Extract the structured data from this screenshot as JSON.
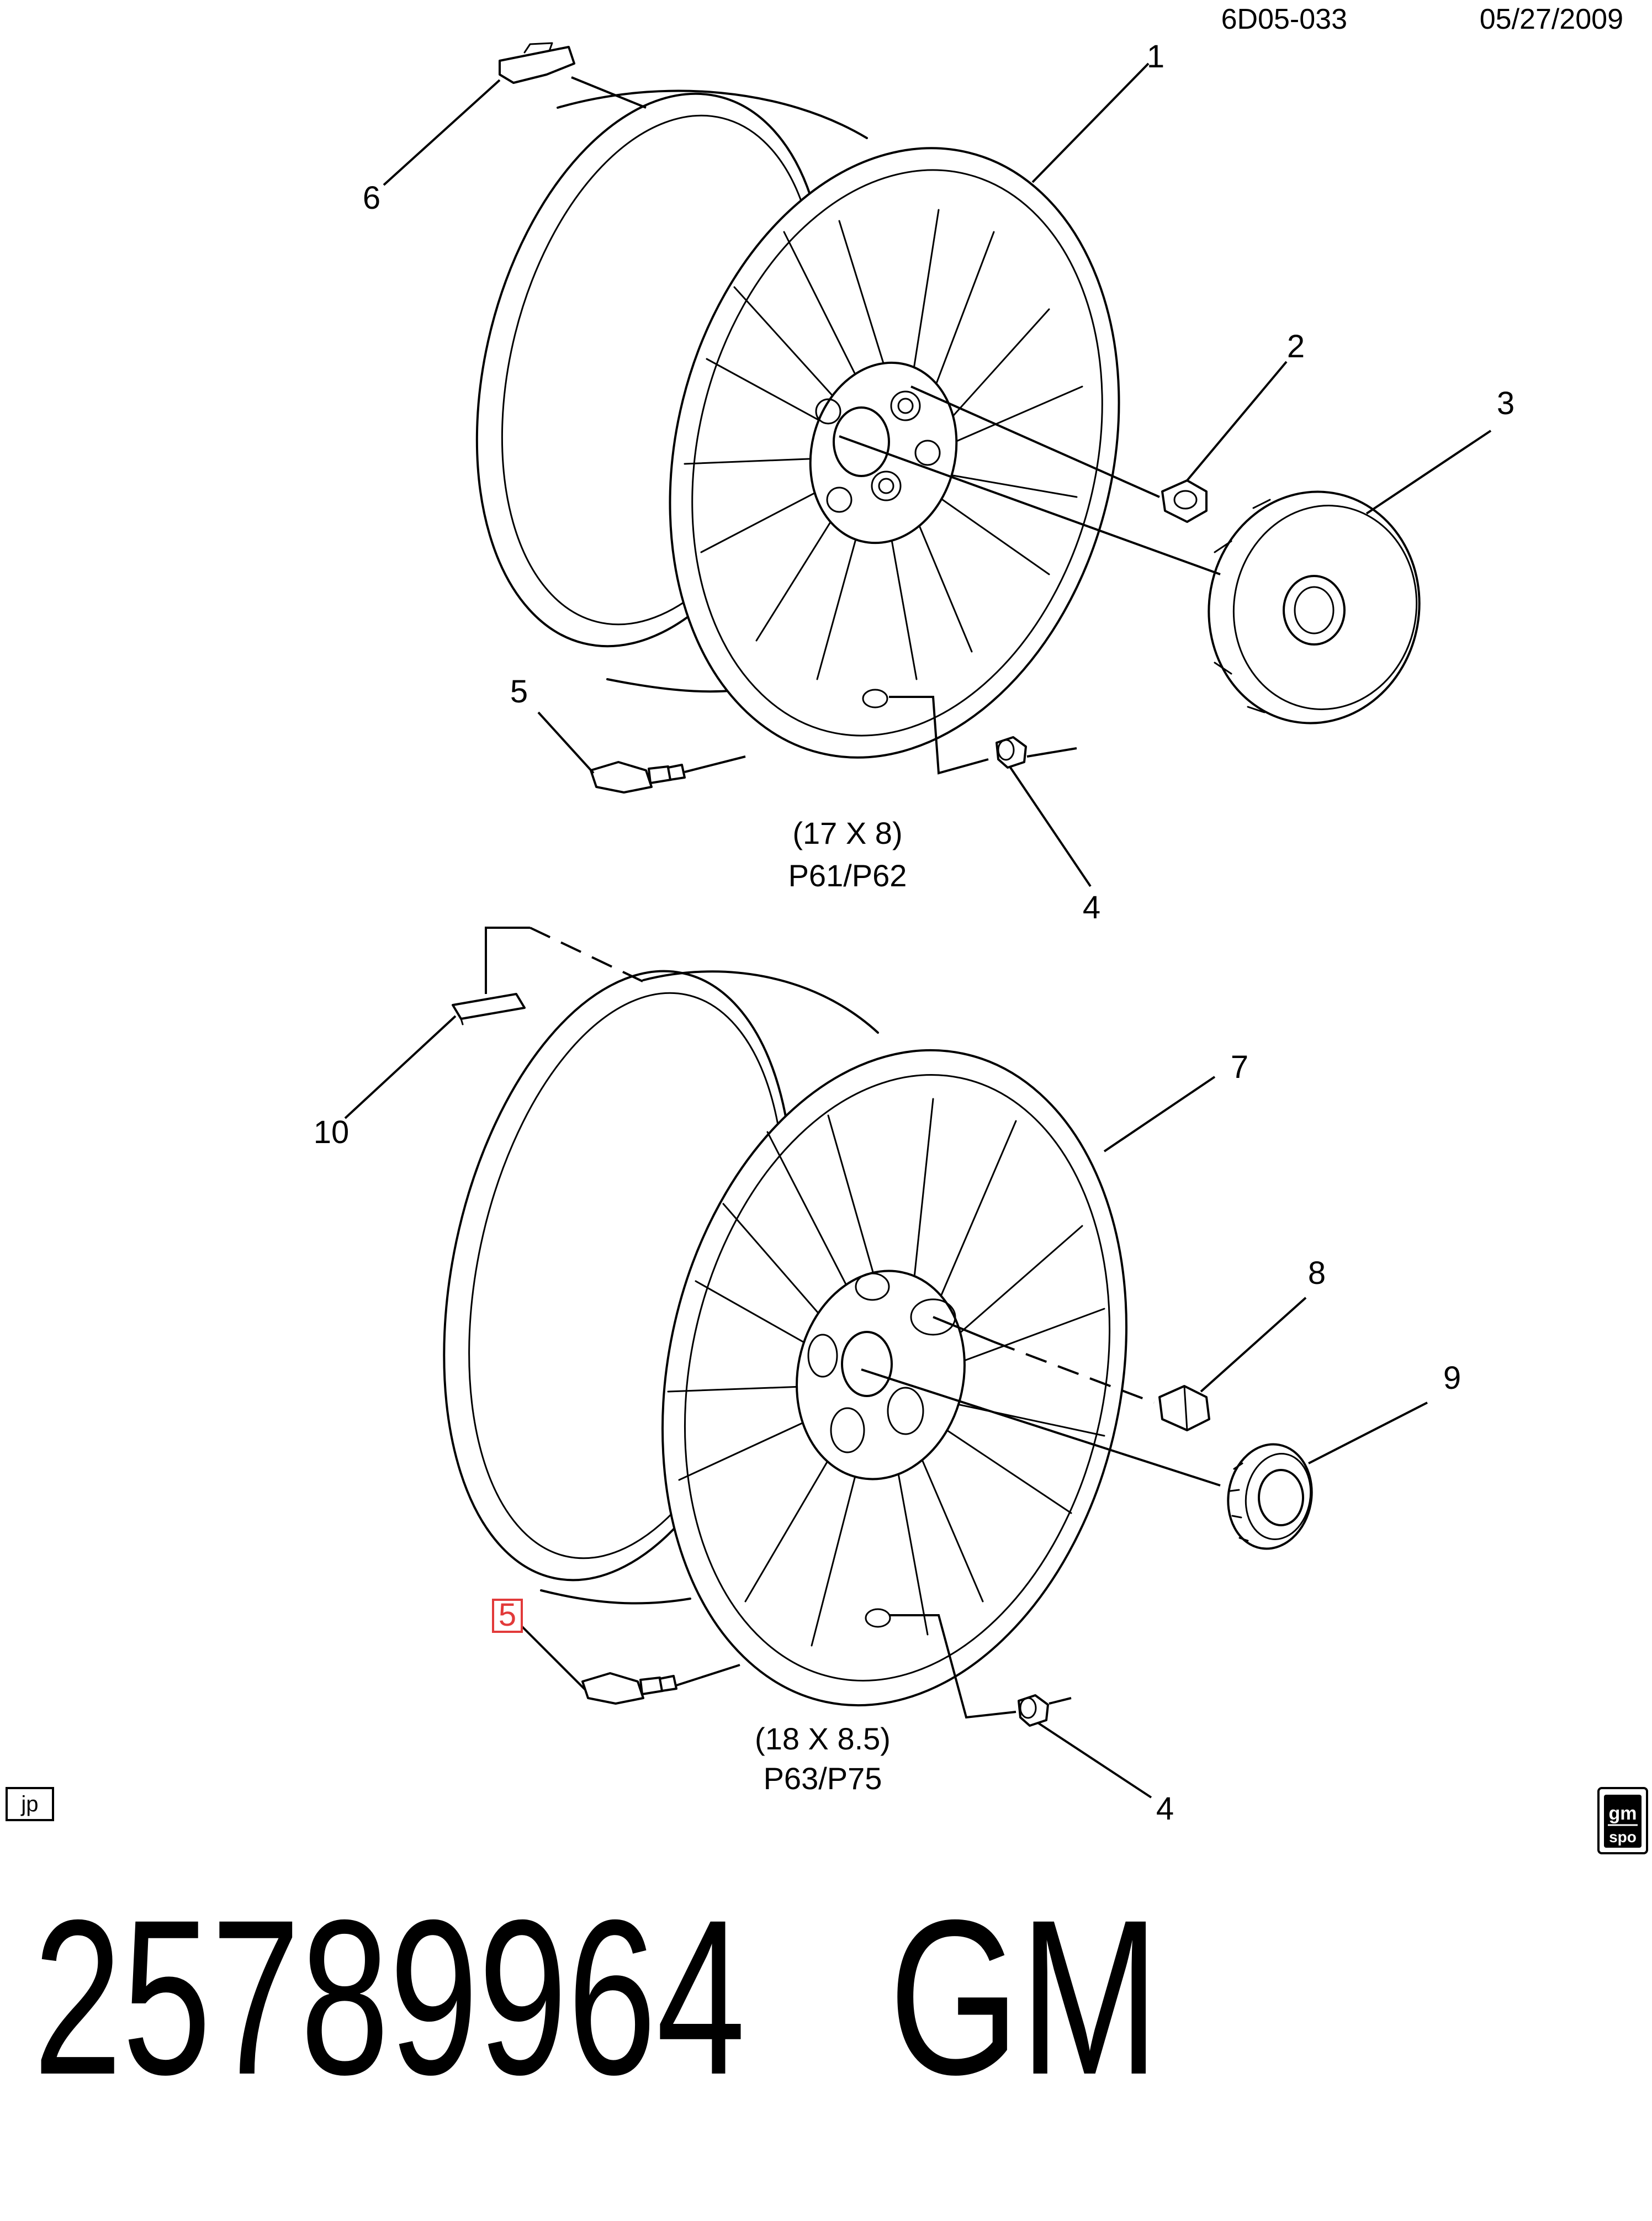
{
  "header": {
    "drawing_id": "6D05-033",
    "date": "05/27/2009"
  },
  "figures": {
    "upper": {
      "size": "(17 X 8)",
      "rpo": "P61/P62"
    },
    "lower": {
      "size": "(18 X 8.5)",
      "rpo": "P63/P75"
    }
  },
  "callouts": {
    "c1": "1",
    "c2": "2",
    "c3": "3",
    "c4a": "4",
    "c5a": "5",
    "c6": "6",
    "c7": "7",
    "c8": "8",
    "c9": "9",
    "c10": "10",
    "c4b": "4",
    "c5b": "5"
  },
  "corner_tags": {
    "left": "jp",
    "right_top": "gm",
    "right_bottom": "spo"
  },
  "footer": {
    "part_number": "25789964",
    "brand": "GM"
  },
  "colors": {
    "highlight": "#e23a3a",
    "ink": "#000000"
  }
}
